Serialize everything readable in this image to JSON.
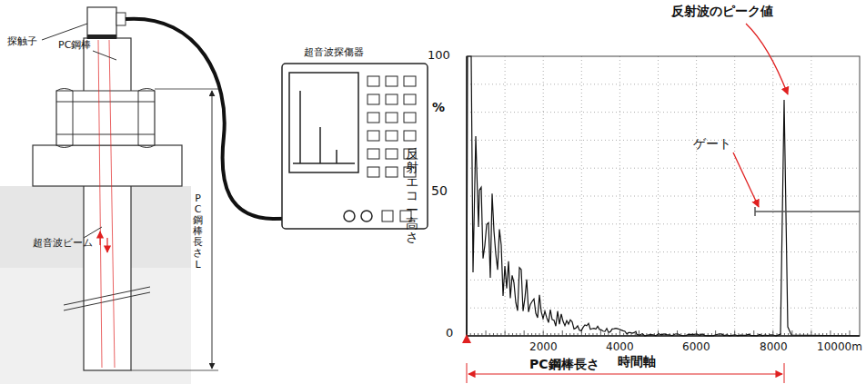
{
  "diagram": {
    "labels": [
      "探触子",
      "PC鋼棒",
      "超音波探傷器",
      "超音波ビーム",
      "PC鋼棒長さ L",
      "反射波のピーク値",
      "100",
      "%",
      "50",
      "0",
      "反射エコー高さ",
      "ゲート",
      "2000",
      "4000",
      "6000",
      "8000",
      "10000m",
      "時間軸",
      "PC鋼棒長さ"
    ]
  }
}
